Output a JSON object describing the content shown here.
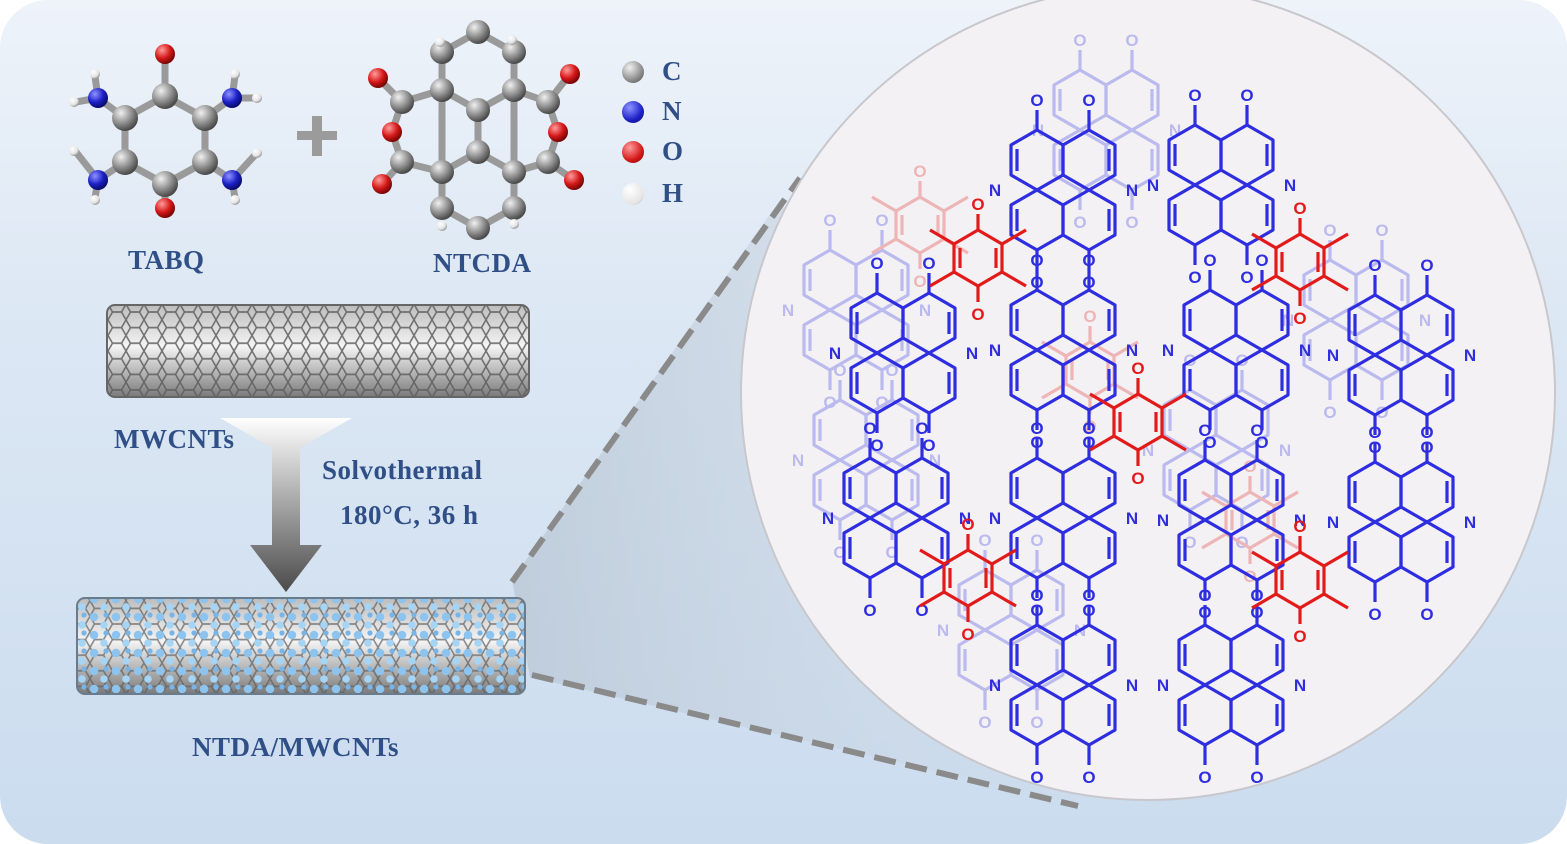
{
  "reactants": {
    "tabq": {
      "label": "TABQ"
    },
    "ntcda": {
      "label": "NTCDA"
    },
    "plus": "+"
  },
  "legend": [
    {
      "symbol": "C",
      "color": "#8a8a8a"
    },
    {
      "symbol": "N",
      "color": "#1e22c8"
    },
    {
      "symbol": "O",
      "color": "#d51a1a"
    },
    {
      "symbol": "H",
      "color": "#f2f2f2"
    }
  ],
  "nanotubes": {
    "pristine_label": "MWCNTs",
    "composite_label": "NTDA/MWCNTs"
  },
  "reaction": {
    "method": "Solvothermal",
    "conditions": "180°C, 36 h"
  },
  "framework": {
    "atom_labels": {
      "oxygen": "O",
      "nitrogen": "N"
    },
    "colors": {
      "naphthalene_imide": "#2e2ee0",
      "quinone_core": "#e21a1a"
    }
  }
}
